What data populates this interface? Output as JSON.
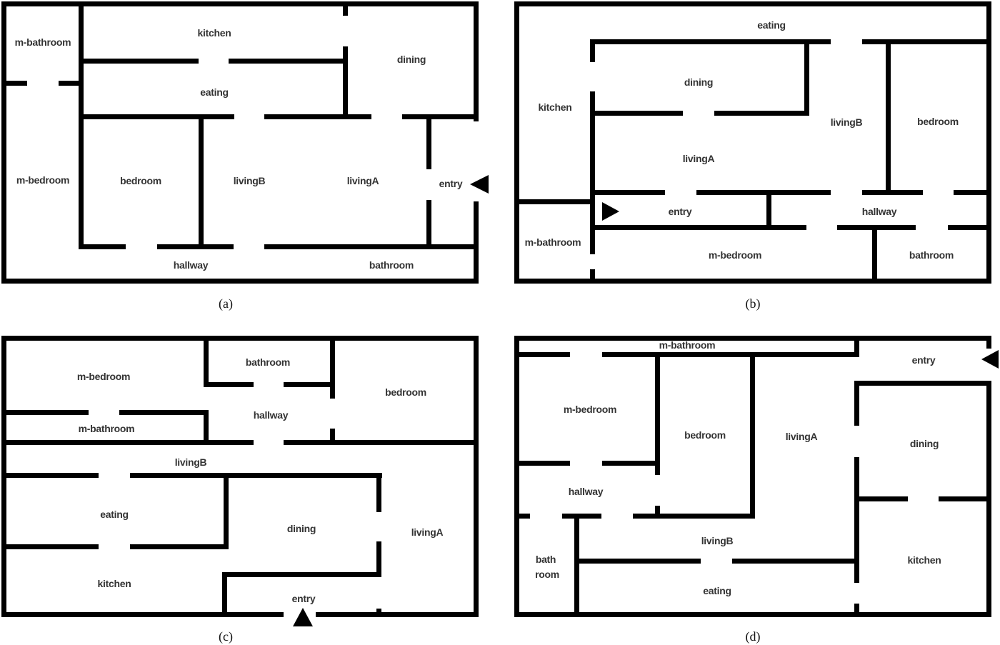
{
  "colors": {
    "wall": "#000000",
    "label": "#333333",
    "background": "#ffffff"
  },
  "icons": {
    "entry_marker": "triangle-arrow-icon"
  },
  "plans": [
    {
      "caption": "(a)",
      "rooms": [
        "m-bathroom",
        "kitchen",
        "dining",
        "eating",
        "m-bedroom",
        "bedroom",
        "livingB",
        "livingA",
        "entry",
        "hallway",
        "bathroom"
      ]
    },
    {
      "caption": "(b)",
      "rooms": [
        "eating",
        "dining",
        "kitchen",
        "livingB",
        "bedroom",
        "livingA",
        "entry",
        "hallway",
        "m-bathroom",
        "m-bedroom",
        "bathroom"
      ]
    },
    {
      "caption": "(c)",
      "rooms": [
        "bathroom",
        "m-bedroom",
        "bedroom",
        "hallway",
        "m-bathroom",
        "livingB",
        "eating",
        "dining",
        "livingA",
        "kitchen",
        "entry"
      ]
    },
    {
      "caption": "(d)",
      "rooms": [
        "m-bathroom",
        "entry",
        "m-bedroom",
        "bedroom",
        "livingA",
        "dining",
        "hallway",
        "livingB",
        "bath",
        "room",
        "kitchen",
        "eating"
      ]
    }
  ]
}
